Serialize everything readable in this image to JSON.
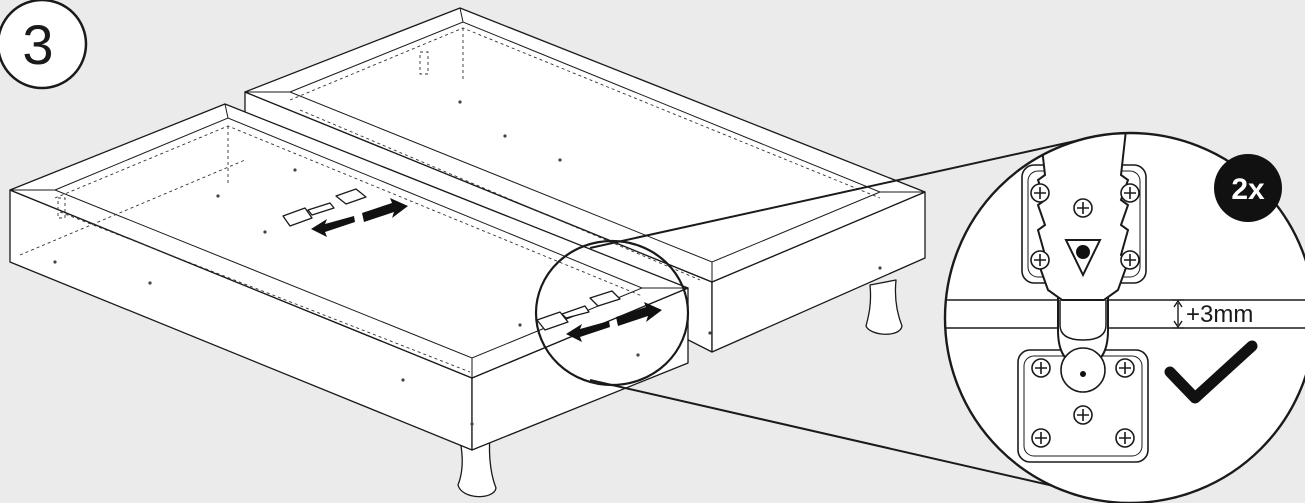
{
  "step": {
    "number": "3"
  },
  "badge": {
    "text": "2x"
  },
  "detail": {
    "gap_label": "+3mm"
  },
  "colors": {
    "background": "#ebebeb",
    "line": "#1a1a1a",
    "fill": "#ffffff",
    "badge": "#111111"
  },
  "icons": [
    "step-circle-icon",
    "double-arrow-icon",
    "checkmark-icon",
    "screw-icon"
  ]
}
